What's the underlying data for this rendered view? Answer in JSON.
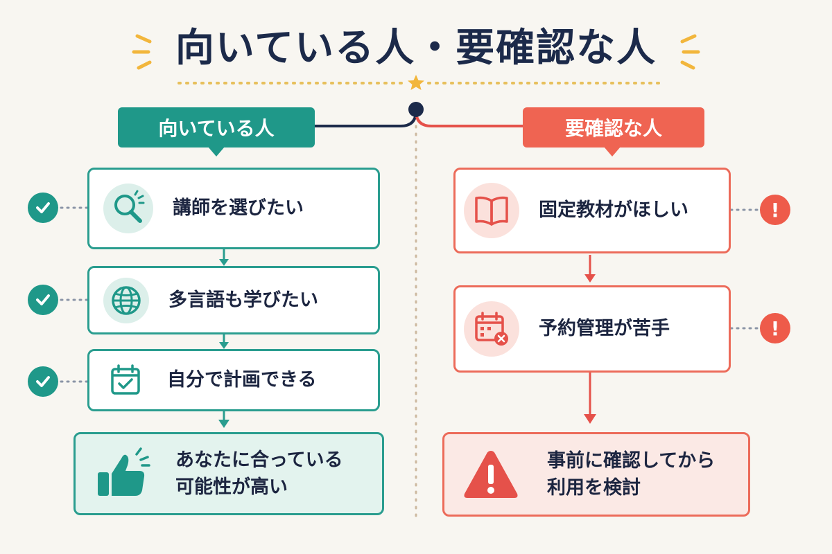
{
  "title": "向いている人・要確認な人",
  "colors": {
    "teal": "#1f9889",
    "red": "#ef6452",
    "navy": "#1c2a4a",
    "gold": "#f2b63c"
  },
  "suited": {
    "header": "向いている人",
    "items": [
      {
        "label": "講師を選びたい",
        "icon": "magnifier-icon"
      },
      {
        "label": "多言語も学びたい",
        "icon": "globe-icon"
      },
      {
        "label": "自分で計画できる",
        "icon": "calendar-check-icon"
      }
    ],
    "conclusion": {
      "line1": "あなたに合っている",
      "line2": "可能性が高い",
      "icon": "thumbs-up-icon"
    }
  },
  "check_needed": {
    "header": "要確認な人",
    "items": [
      {
        "label": "固定教材がほしい",
        "icon": "open-book-icon"
      },
      {
        "label": "予約管理が苦手",
        "icon": "calendar-x-icon"
      }
    ],
    "conclusion": {
      "line1": "事前に確認してから",
      "line2": "利用を検討",
      "icon": "warning-icon"
    }
  }
}
